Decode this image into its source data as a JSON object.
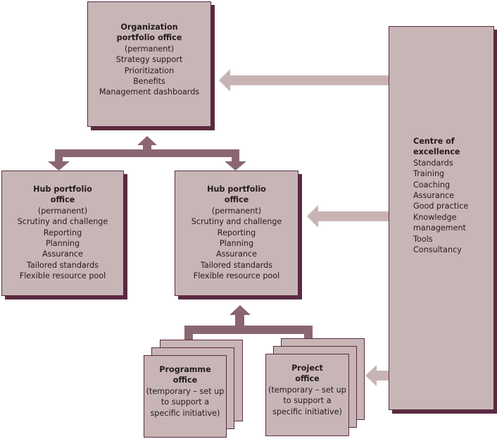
{
  "colors": {
    "box_fill": "#c8b6b7",
    "box_border": "#5a2a40",
    "dark_arrow": "#8a6670",
    "light_arrow": "#c8b4b5"
  },
  "org_office": {
    "title": [
      "Organization",
      "portfolio office"
    ],
    "lines": [
      "(permanent)",
      "Strategy support",
      "Prioritization",
      "Benefits",
      "Management dashboards"
    ]
  },
  "hub_left": {
    "title": [
      "Hub portfolio",
      "office"
    ],
    "lines": [
      "(permanent)",
      "Scrutiny and challenge",
      "Reporting",
      "Planning",
      "Assurance",
      "Tailored standards",
      "Flexible resource pool"
    ]
  },
  "hub_right": {
    "title": [
      "Hub portfolio",
      "office"
    ],
    "lines": [
      "(permanent)",
      "Scrutiny and challenge",
      "Reporting",
      "Planning",
      "Assurance",
      "Tailored standards",
      "Flexible resource pool"
    ]
  },
  "programme_office": {
    "title": [
      "Programme",
      "office"
    ],
    "lines": [
      "(temporary – set up",
      "to support a",
      "specific initiative)"
    ]
  },
  "project_office": {
    "title": [
      "Project",
      "office"
    ],
    "lines": [
      "(temporary – set up",
      "to support a",
      "specific initiative)"
    ]
  },
  "centre_of_excellence": {
    "title": [
      "Centre of",
      "excellence"
    ],
    "lines": [
      "Standards",
      "Training",
      "Coaching",
      "Assurance",
      "Good practice",
      "Knowledge",
      "management",
      "Tools",
      "Consultancy"
    ]
  }
}
